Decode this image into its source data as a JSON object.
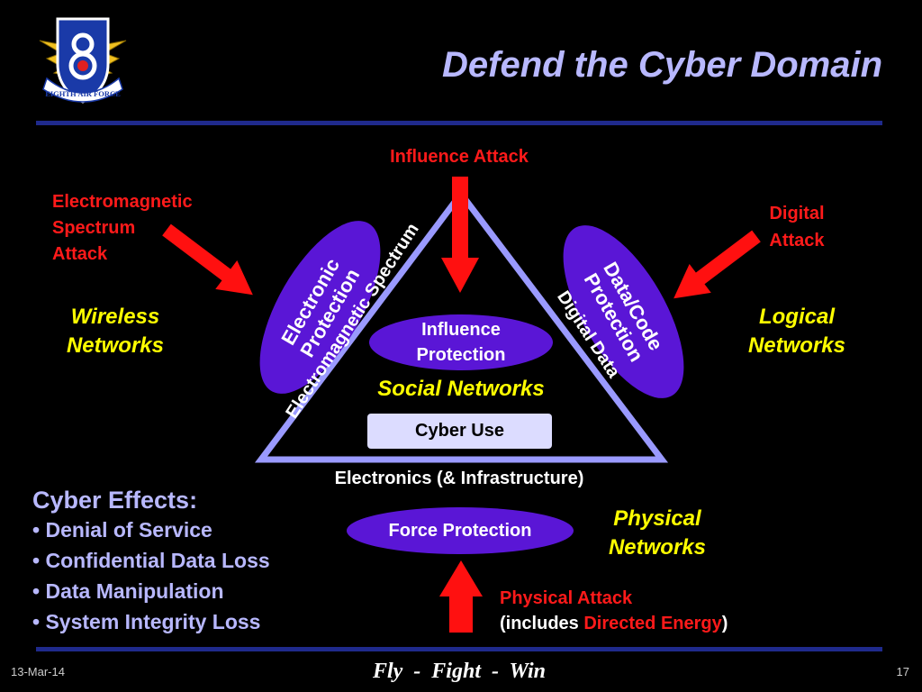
{
  "slide": {
    "title": "Defend the Cyber Domain",
    "logo_text": "EIGHTH AIR FORCE",
    "influence_attack": "Influence Attack",
    "em_attack": [
      "Electromagnetic",
      "Spectrum",
      "Attack"
    ],
    "digital_attack": [
      "Digital",
      "Attack"
    ],
    "wireless": [
      "Wireless",
      "Networks"
    ],
    "logical": [
      "Logical",
      "Networks"
    ],
    "electronic_protection": [
      "Electronic",
      "Protection"
    ],
    "data_code_protection": [
      "Data/Code",
      "Protection"
    ],
    "influence_protection": [
      "Influence",
      "Protection"
    ],
    "em_spectrum_side": "Electromagnetic Spectrum",
    "digital_data_side": "Digital Data",
    "social_networks": "Social Networks",
    "cyber_use": "Cyber Use",
    "electronics": "Electronics (& Infrastructure)",
    "force_protection": "Force Protection",
    "physical_networks": [
      "Physical",
      "Networks"
    ],
    "physical_attack": "Physical Attack",
    "includes_prefix": "(includes ",
    "directed_energy": "Directed Energy",
    "includes_suffix": ")",
    "effects_title": "Cyber Effects:",
    "effects": [
      "Denial of Service",
      "Confidential Data Loss",
      "Data Manipulation",
      "System Integrity Loss"
    ],
    "footer_date": "13-Mar-14",
    "footer_motto": "Fly  -  Fight  -  Win",
    "footer_page": "17"
  },
  "colors": {
    "background": "#000000",
    "title": "#b8b8ff",
    "rule": "#1f2a8c",
    "attack_red": "#ff1a1a",
    "network_yellow": "#ffff00",
    "ellipse_purple": "#5a16d6",
    "triangle": "#9a9aff"
  },
  "icons": [
    "eighth-air-force-shield-logo",
    "red-arrow-icon"
  ]
}
